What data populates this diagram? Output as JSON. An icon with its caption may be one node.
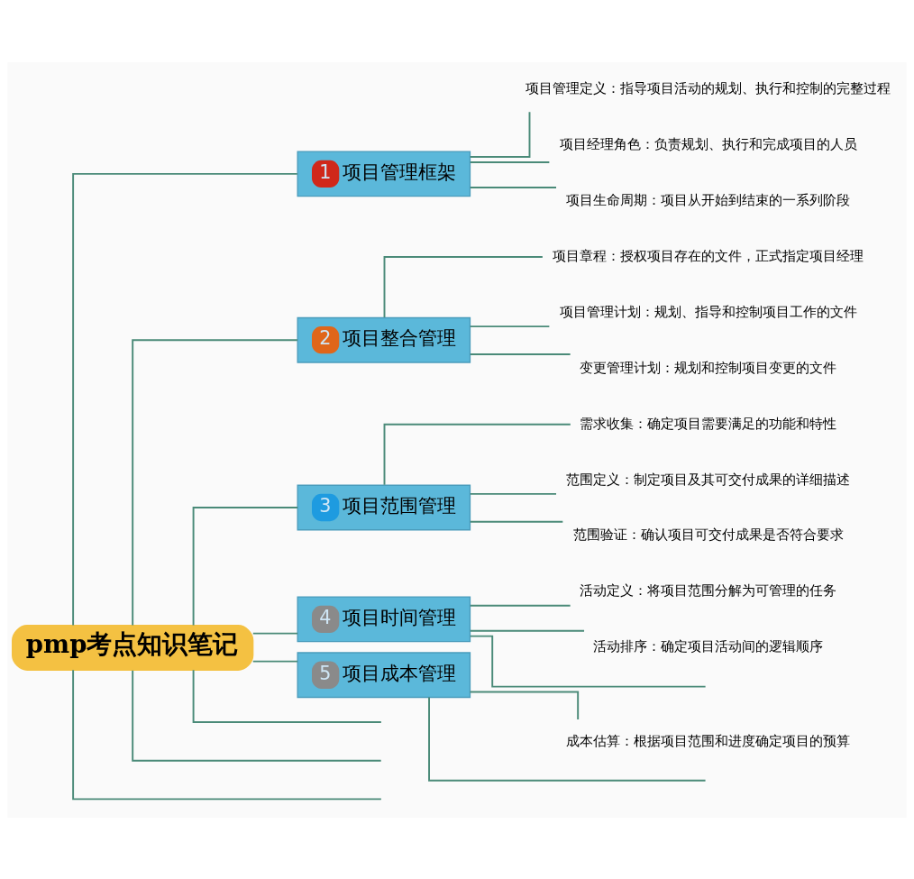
{
  "diagram": {
    "nodes": [
      {
        "text": [
          "pmp考点知识笔记"
        ]
      },
      {
        "text": [
          "1",
          "项目管理框架"
        ]
      },
      {
        "text": [
          "项目管理定义：指导项目活动的规划、执行和控制的完整过程"
        ]
      },
      {
        "text": [
          "项目经理角色：负责规划、执行和完成项目的人员"
        ]
      },
      {
        "text": [
          "项目生命周期：项目从开始到结束的一系列阶段"
        ]
      },
      {
        "text": [
          "2",
          "项目整合管理"
        ]
      },
      {
        "text": [
          "项目章程：授权项目存在的文件，正式指定项目经理"
        ]
      },
      {
        "text": [
          "项目管理计划：规划、指导和控制项目工作的文件"
        ]
      },
      {
        "text": [
          "变更管理计划：规划和控制项目变更的文件"
        ]
      },
      {
        "text": [
          "3",
          "项目范围管理"
        ]
      },
      {
        "text": [
          "需求收集：确定项目需要满足的功能和特性"
        ]
      },
      {
        "text": [
          "范围定义：制定项目及其可交付成果的详细描述"
        ]
      },
      {
        "text": [
          "范围验证：确认项目可交付成果是否符合要求"
        ]
      },
      {
        "text": [
          "4",
          "项目时间管理"
        ]
      },
      {
        "text": [
          "活动定义：将项目范围分解为可管理的任务"
        ]
      },
      {
        "text": [
          "活动排序：确定项目活动间的逻辑顺序"
        ]
      },
      {
        "text": [
          "5",
          "项目成本管理"
        ]
      },
      {
        "text": [
          "成本估算：根据项目范围和进度确定项目的预算"
        ]
      }
    ],
    "edges": [
      {
        "from": 0,
        "to": 1,
        "arrow": "none"
      },
      {
        "from": 1,
        "to": 2,
        "arrow": "none"
      },
      {
        "from": 1,
        "to": 3,
        "arrow": "none"
      },
      {
        "from": 1,
        "to": 4,
        "arrow": "none"
      },
      {
        "from": 0,
        "to": 5,
        "arrow": "none"
      },
      {
        "from": 5,
        "to": 6,
        "arrow": "none"
      },
      {
        "from": 5,
        "to": 7,
        "arrow": "none"
      },
      {
        "from": 5,
        "to": 8,
        "arrow": "none"
      },
      {
        "from": 0,
        "to": 9,
        "arrow": "none"
      },
      {
        "from": 9,
        "to": 10,
        "arrow": "none"
      },
      {
        "from": 9,
        "to": 11,
        "arrow": "none"
      },
      {
        "from": 9,
        "to": 12,
        "arrow": "none"
      },
      {
        "from": 0,
        "to": 13,
        "arrow": "none"
      },
      {
        "from": 13,
        "to": 14,
        "arrow": "none"
      },
      {
        "from": 13,
        "to": 15,
        "arrow": "none"
      },
      {
        "from": 13,
        "to": null,
        "arrow": "none"
      },
      {
        "from": 0,
        "to": 16,
        "arrow": "none"
      },
      {
        "from": 16,
        "to": 17,
        "arrow": "none"
      },
      {
        "from": 16,
        "to": null,
        "arrow": "none"
      },
      {
        "from": 0,
        "to": null,
        "arrow": "none"
      },
      {
        "from": 0,
        "to": null,
        "arrow": "none"
      },
      {
        "from": 0,
        "to": null,
        "arrow": "none"
      }
    ]
  }
}
